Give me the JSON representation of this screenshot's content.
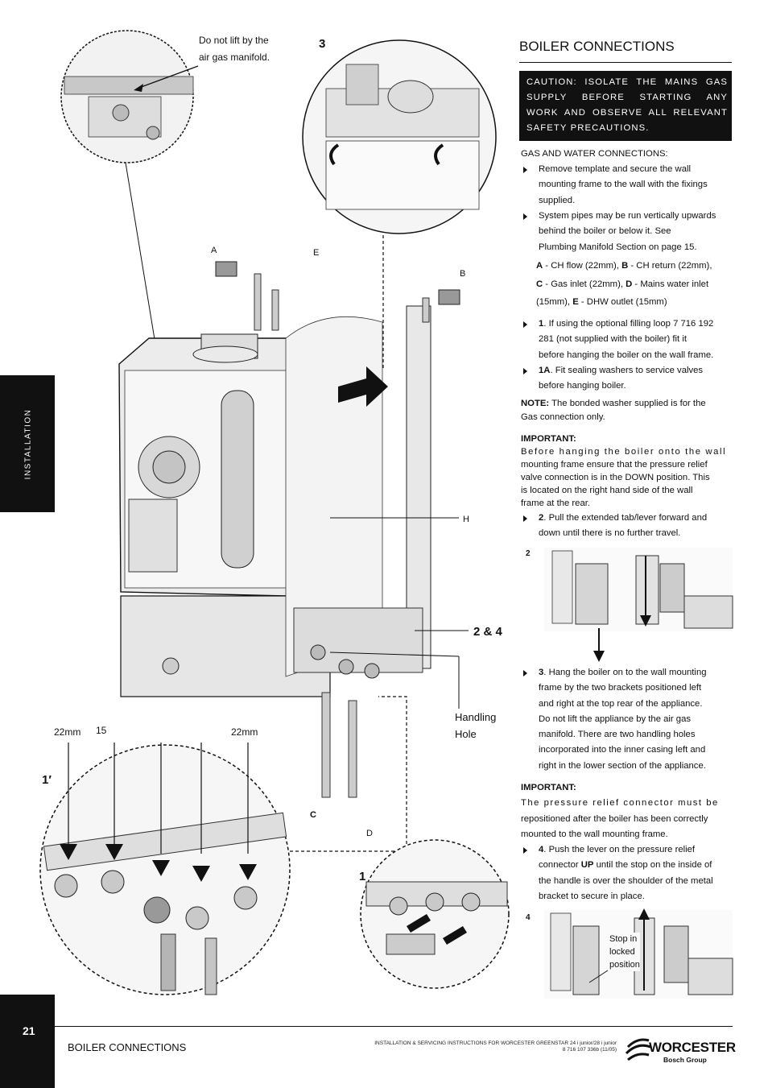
{
  "side_tab": {
    "label": "INSTALLATION"
  },
  "page_number": "21",
  "section_title": "BOILER CONNECTIONS",
  "caution": "CAUTION: ISOLATE THE MAINS GAS SUPPLY BEFORE STARTING ANY WORK AND OBSERVE ALL RELEVANT SAFETY PRECAUTIONS.",
  "gas_water_heading": "GAS AND WATER CONNECTIONS:",
  "bullets_a": [
    {
      "lines": [
        "Remove template and secure the wall",
        "mounting frame to the wall with the fixings",
        "supplied."
      ]
    },
    {
      "lines": [
        "System pipes may be run vertically upwards",
        "behind the boiler or below it. See",
        "Plumbing Manifold Section on page 15."
      ]
    }
  ],
  "connections": {
    "a_key": "A",
    "a_text": " - CH flow (22mm),  ",
    "b_key": "B",
    "b_text": " - CH return (22mm),",
    "c_key": "C",
    "c_text": " - Gas inlet (22mm), ",
    "d_key": "D",
    "d_text": " - Mains water inlet",
    "line3": "(15mm),  ",
    "e_key": "E",
    "e_text": " - DHW outlet (15mm)"
  },
  "bullet_1": {
    "key": "1",
    "lines": [
      ". If using the optional filling loop 7 716 192",
      "281 (not supplied with the boiler) fit it",
      "before hanging the boiler on the wall frame."
    ]
  },
  "bullet_1a": {
    "key": "1A",
    "lines": [
      ". Fit sealing washers to service valves",
      "before hanging boiler."
    ]
  },
  "note": {
    "key": "NOTE:",
    "lines": [
      " The bonded washer supplied is for the",
      "Gas connection only."
    ]
  },
  "important_1": {
    "heading": "IMPORTANT:",
    "lines": [
      "Before hanging the boiler onto the wall",
      "mounting frame ensure that the pressure relief",
      "valve connection is in the DOWN position. This",
      "is located on the right hand side of the wall",
      "frame at the rear."
    ]
  },
  "bullet_2": {
    "key": "2",
    "lines": [
      ". Pull the extended tab/lever forward and",
      "down until there is no further travel."
    ]
  },
  "fig2_label": "2",
  "bullet_3": {
    "key": "3",
    "lines": [
      ". Hang the boiler on to the wall mounting",
      "frame by the two brackets positioned left",
      "and right at the top rear of the appliance.",
      "Do not lift the appliance by the air gas",
      "manifold. There are two handling holes",
      "incorporated into the inner casing left and",
      "right in the lower section of the appliance."
    ]
  },
  "important_2": {
    "heading": "IMPORTANT:",
    "lines": [
      "The pressure relief connector must be",
      "repositioned after the boiler has been correctly",
      "mounted to the wall mounting frame."
    ]
  },
  "bullet_4": {
    "key": "4",
    "line1": ". Push the lever on the pressure relief",
    "line2_pre": "connector ",
    "line2_bold": "UP",
    "line2_post": " until the stop on the inside of",
    "lines_rest": [
      "the handle is over the shoulder of the metal",
      "bracket to secure in place."
    ]
  },
  "fig4": {
    "label": "4",
    "callout": [
      "Stop in",
      "locked",
      "position"
    ]
  },
  "diagram": {
    "callout_manifold": [
      "Do not lift by the",
      "air gas manifold."
    ],
    "label_3": "3",
    "label_A": "A",
    "label_E": "E",
    "label_B": "B",
    "label_H": "H",
    "label_C": "C",
    "label_D": "D",
    "label_2_4": "2 & 4",
    "handling_hole": [
      "Handling",
      "Hole"
    ],
    "pipe_22mm_left": "22mm",
    "pipe_15": "15",
    "pipe_22mm_right": "22mm",
    "label_1prime": "1′",
    "label_1": "1"
  },
  "footer": {
    "left": "BOILER CONNECTIONS",
    "mid_line1": "INSTALLATION & SERVICING INSTRUCTIONS FOR WORCESTER GREENSTAR 24 i junior/28 i junior",
    "mid_line2": "8 716 107 336b (11/05)"
  },
  "logo": {
    "name": "WORCESTER",
    "sub": "Bosch Group"
  }
}
